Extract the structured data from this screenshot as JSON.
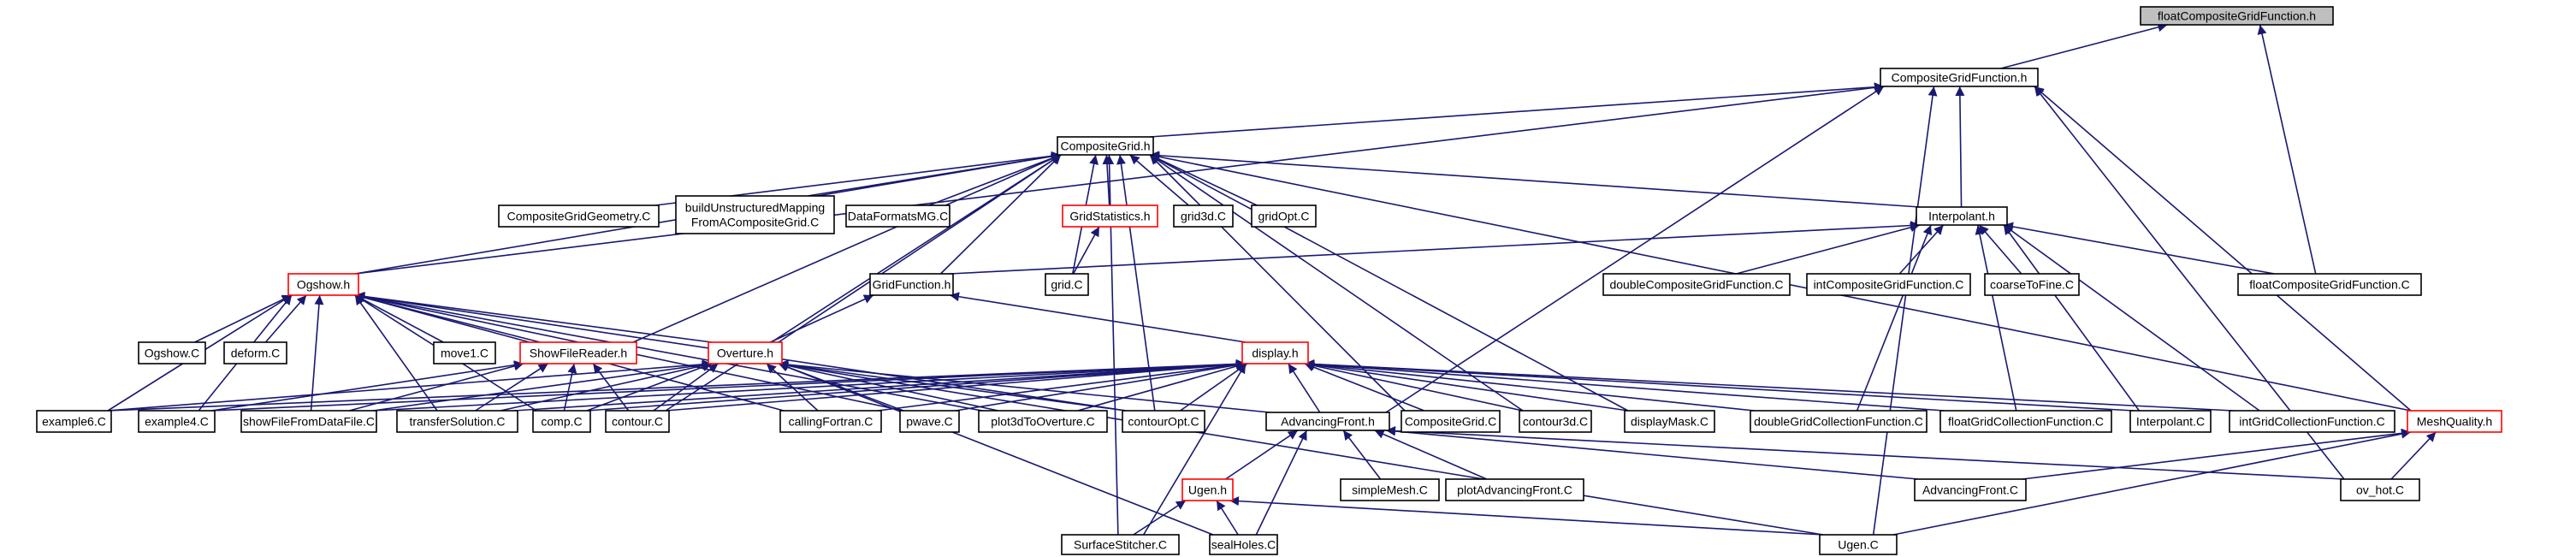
{
  "colors": {
    "edge": "#191970",
    "box_border": "#000000",
    "red_border": "#ff0000",
    "root_fill": "#bfbfbf"
  },
  "nodes": [
    {
      "id": "fcgf_h",
      "lines": [
        "floatCompositeGridFunction.h"
      ],
      "variant": "root"
    },
    {
      "id": "cgf_h",
      "lines": [
        "CompositeGridFunction.h"
      ],
      "variant": "normal"
    },
    {
      "id": "cg_h",
      "lines": [
        "CompositeGrid.h"
      ],
      "variant": "normal"
    },
    {
      "id": "interp_h",
      "lines": [
        "Interpolant.h"
      ],
      "variant": "normal"
    },
    {
      "id": "cggeom_c",
      "lines": [
        "CompositeGridGeometry.C"
      ],
      "variant": "normal"
    },
    {
      "id": "build_c",
      "lines": [
        "buildUnstructuredMapping",
        "FromACompositeGrid.C"
      ],
      "variant": "normal"
    },
    {
      "id": "dfmg_c",
      "lines": [
        "DataFormatsMG.C"
      ],
      "variant": "normal"
    },
    {
      "id": "gstat_h",
      "lines": [
        "GridStatistics.h"
      ],
      "variant": "red"
    },
    {
      "id": "grid3d_c",
      "lines": [
        "grid3d.C"
      ],
      "variant": "normal"
    },
    {
      "id": "gridopt_c",
      "lines": [
        "gridOpt.C"
      ],
      "variant": "normal"
    },
    {
      "id": "ogshow_h",
      "lines": [
        "Ogshow.h"
      ],
      "variant": "red"
    },
    {
      "id": "gridfunc_h",
      "lines": [
        "GridFunction.h"
      ],
      "variant": "normal"
    },
    {
      "id": "grid_c",
      "lines": [
        "grid.C"
      ],
      "variant": "normal"
    },
    {
      "id": "dcgf_c",
      "lines": [
        "doubleCompositeGridFunction.C"
      ],
      "variant": "normal"
    },
    {
      "id": "icgf_c",
      "lines": [
        "intCompositeGridFunction.C"
      ],
      "variant": "normal"
    },
    {
      "id": "c2f_c",
      "lines": [
        "coarseToFine.C"
      ],
      "variant": "normal"
    },
    {
      "id": "fcgf_c",
      "lines": [
        "floatCompositeGridFunction.C"
      ],
      "variant": "normal"
    },
    {
      "id": "ogshow_c",
      "lines": [
        "Ogshow.C"
      ],
      "variant": "normal"
    },
    {
      "id": "deform_c",
      "lines": [
        "deform.C"
      ],
      "variant": "normal"
    },
    {
      "id": "move1_c",
      "lines": [
        "move1.C"
      ],
      "variant": "normal"
    },
    {
      "id": "sfr_h",
      "lines": [
        "ShowFileReader.h"
      ],
      "variant": "red"
    },
    {
      "id": "overture_h",
      "lines": [
        "Overture.h"
      ],
      "variant": "red"
    },
    {
      "id": "display_h",
      "lines": [
        "display.h"
      ],
      "variant": "red"
    },
    {
      "id": "ex6_c",
      "lines": [
        "example6.C"
      ],
      "variant": "normal"
    },
    {
      "id": "ex4_c",
      "lines": [
        "example4.C"
      ],
      "variant": "normal"
    },
    {
      "id": "sffdf_c",
      "lines": [
        "showFileFromDataFile.C"
      ],
      "variant": "normal"
    },
    {
      "id": "ts_c",
      "lines": [
        "transferSolution.C"
      ],
      "variant": "normal"
    },
    {
      "id": "comp_c",
      "lines": [
        "comp.C"
      ],
      "variant": "normal"
    },
    {
      "id": "contour_c",
      "lines": [
        "contour.C"
      ],
      "variant": "normal"
    },
    {
      "id": "cf_c",
      "lines": [
        "callingFortran.C"
      ],
      "variant": "normal"
    },
    {
      "id": "pwave_c",
      "lines": [
        "pwave.C"
      ],
      "variant": "normal"
    },
    {
      "id": "p3d_c",
      "lines": [
        "plot3dToOverture.C"
      ],
      "variant": "normal"
    },
    {
      "id": "copt_c",
      "lines": [
        "contourOpt.C"
      ],
      "variant": "normal"
    },
    {
      "id": "af_h",
      "lines": [
        "AdvancingFront.h"
      ],
      "variant": "normal"
    },
    {
      "id": "cg_c",
      "lines": [
        "CompositeGrid.C"
      ],
      "variant": "normal"
    },
    {
      "id": "c3d_c",
      "lines": [
        "contour3d.C"
      ],
      "variant": "normal"
    },
    {
      "id": "dm_c",
      "lines": [
        "displayMask.C"
      ],
      "variant": "normal"
    },
    {
      "id": "dgcf_c",
      "lines": [
        "doubleGridCollectionFunction.C"
      ],
      "variant": "normal"
    },
    {
      "id": "fgcf_c",
      "lines": [
        "floatGridCollectionFunction.C"
      ],
      "variant": "normal"
    },
    {
      "id": "interp_c",
      "lines": [
        "Interpolant.C"
      ],
      "variant": "normal"
    },
    {
      "id": "igcf_c",
      "lines": [
        "intGridCollectionFunction.C"
      ],
      "variant": "normal"
    },
    {
      "id": "mq_h",
      "lines": [
        "MeshQuality.h"
      ],
      "variant": "red"
    },
    {
      "id": "ugen_h",
      "lines": [
        "Ugen.h"
      ],
      "variant": "red"
    },
    {
      "id": "sm_c",
      "lines": [
        "simpleMesh.C"
      ],
      "variant": "normal"
    },
    {
      "id": "paf_c",
      "lines": [
        "plotAdvancingFront.C"
      ],
      "variant": "normal"
    },
    {
      "id": "af_c",
      "lines": [
        "AdvancingFront.C"
      ],
      "variant": "normal"
    },
    {
      "id": "ovhot_c",
      "lines": [
        "ov_hot.C"
      ],
      "variant": "normal"
    },
    {
      "id": "ss_c",
      "lines": [
        "SurfaceStitcher.C"
      ],
      "variant": "normal"
    },
    {
      "id": "sh_c",
      "lines": [
        "sealHoles.C"
      ],
      "variant": "normal"
    },
    {
      "id": "ugen_c",
      "lines": [
        "Ugen.C"
      ],
      "variant": "normal"
    }
  ],
  "edges": [
    [
      "cgf_h",
      "fcgf_h"
    ],
    [
      "fcgf_c",
      "fcgf_h"
    ],
    [
      "cg_h",
      "cgf_h"
    ],
    [
      "interp_h",
      "cgf_h"
    ],
    [
      "ogshow_h",
      "cgf_h"
    ],
    [
      "af_h",
      "cgf_h"
    ],
    [
      "mq_h",
      "cgf_h"
    ],
    [
      "ovhot_c",
      "cgf_h"
    ],
    [
      "ugen_c",
      "cgf_h"
    ],
    [
      "cggeom_c",
      "cg_h"
    ],
    [
      "build_c",
      "cg_h"
    ],
    [
      "dfmg_c",
      "cg_h"
    ],
    [
      "gstat_h",
      "cg_h"
    ],
    [
      "grid3d_c",
      "cg_h"
    ],
    [
      "gridopt_c",
      "cg_h"
    ],
    [
      "ogshow_h",
      "cg_h"
    ],
    [
      "gridfunc_h",
      "cg_h"
    ],
    [
      "interp_h",
      "cg_h"
    ],
    [
      "grid_c",
      "cg_h"
    ],
    [
      "sfr_h",
      "cg_h"
    ],
    [
      "overture_h",
      "cg_h"
    ],
    [
      "contour_c",
      "cg_h"
    ],
    [
      "copt_c",
      "cg_h"
    ],
    [
      "cg_c",
      "cg_h"
    ],
    [
      "c3d_c",
      "cg_h"
    ],
    [
      "dm_c",
      "cg_h"
    ],
    [
      "mq_h",
      "cg_h"
    ],
    [
      "ss_c",
      "cg_h"
    ],
    [
      "grid_c",
      "gstat_h"
    ],
    [
      "gridfunc_h",
      "interp_h"
    ],
    [
      "dcgf_c",
      "interp_h"
    ],
    [
      "icgf_c",
      "interp_h"
    ],
    [
      "c2f_c",
      "interp_h"
    ],
    [
      "fcgf_c",
      "interp_h"
    ],
    [
      "interp_c",
      "interp_h"
    ],
    [
      "igcf_c",
      "interp_h"
    ],
    [
      "dgcf_c",
      "interp_h"
    ],
    [
      "fgcf_c",
      "interp_h"
    ],
    [
      "overture_h",
      "gridfunc_h"
    ],
    [
      "display_h",
      "gridfunc_h"
    ],
    [
      "ogshow_c",
      "ogshow_h"
    ],
    [
      "deform_c",
      "ogshow_h"
    ],
    [
      "move1_c",
      "ogshow_h"
    ],
    [
      "sfr_h",
      "ogshow_h"
    ],
    [
      "overture_h",
      "ogshow_h"
    ],
    [
      "ex6_c",
      "ogshow_h"
    ],
    [
      "ex4_c",
      "ogshow_h"
    ],
    [
      "sffdf_c",
      "ogshow_h"
    ],
    [
      "ts_c",
      "ogshow_h"
    ],
    [
      "comp_c",
      "ogshow_h"
    ],
    [
      "cf_c",
      "ogshow_h"
    ],
    [
      "pwave_c",
      "ogshow_h"
    ],
    [
      "p3d_c",
      "ogshow_h"
    ],
    [
      "copt_c",
      "ogshow_h"
    ],
    [
      "ex4_c",
      "sfr_h"
    ],
    [
      "sffdf_c",
      "sfr_h"
    ],
    [
      "ts_c",
      "sfr_h"
    ],
    [
      "comp_c",
      "sfr_h"
    ],
    [
      "contour_c",
      "sfr_h"
    ],
    [
      "ex6_c",
      "overture_h"
    ],
    [
      "sffdf_c",
      "overture_h"
    ],
    [
      "ts_c",
      "overture_h"
    ],
    [
      "comp_c",
      "overture_h"
    ],
    [
      "contour_c",
      "overture_h"
    ],
    [
      "cf_c",
      "overture_h"
    ],
    [
      "pwave_c",
      "overture_h"
    ],
    [
      "p3d_c",
      "overture_h"
    ],
    [
      "copt_c",
      "overture_h"
    ],
    [
      "af_h",
      "overture_h"
    ],
    [
      "sh_c",
      "overture_h"
    ],
    [
      "ugen_c",
      "overture_h"
    ],
    [
      "ex6_c",
      "display_h"
    ],
    [
      "ex4_c",
      "display_h"
    ],
    [
      "sffdf_c",
      "display_h"
    ],
    [
      "ts_c",
      "display_h"
    ],
    [
      "comp_c",
      "display_h"
    ],
    [
      "contour_c",
      "display_h"
    ],
    [
      "cf_c",
      "display_h"
    ],
    [
      "pwave_c",
      "display_h"
    ],
    [
      "p3d_c",
      "display_h"
    ],
    [
      "copt_c",
      "display_h"
    ],
    [
      "af_h",
      "display_h"
    ],
    [
      "cg_c",
      "display_h"
    ],
    [
      "c3d_c",
      "display_h"
    ],
    [
      "dm_c",
      "display_h"
    ],
    [
      "dgcf_c",
      "display_h"
    ],
    [
      "fgcf_c",
      "display_h"
    ],
    [
      "interp_c",
      "display_h"
    ],
    [
      "igcf_c",
      "display_h"
    ],
    [
      "ss_c",
      "display_h"
    ],
    [
      "ugen_h",
      "af_h"
    ],
    [
      "sm_c",
      "af_h"
    ],
    [
      "paf_c",
      "af_h"
    ],
    [
      "af_c",
      "af_h"
    ],
    [
      "ovhot_c",
      "af_h"
    ],
    [
      "sh_c",
      "af_h"
    ],
    [
      "af_c",
      "mq_h"
    ],
    [
      "ovhot_c",
      "mq_h"
    ],
    [
      "ugen_c",
      "mq_h"
    ],
    [
      "ss_c",
      "ugen_h"
    ],
    [
      "sh_c",
      "ugen_h"
    ],
    [
      "ugen_c",
      "ugen_h"
    ]
  ]
}
